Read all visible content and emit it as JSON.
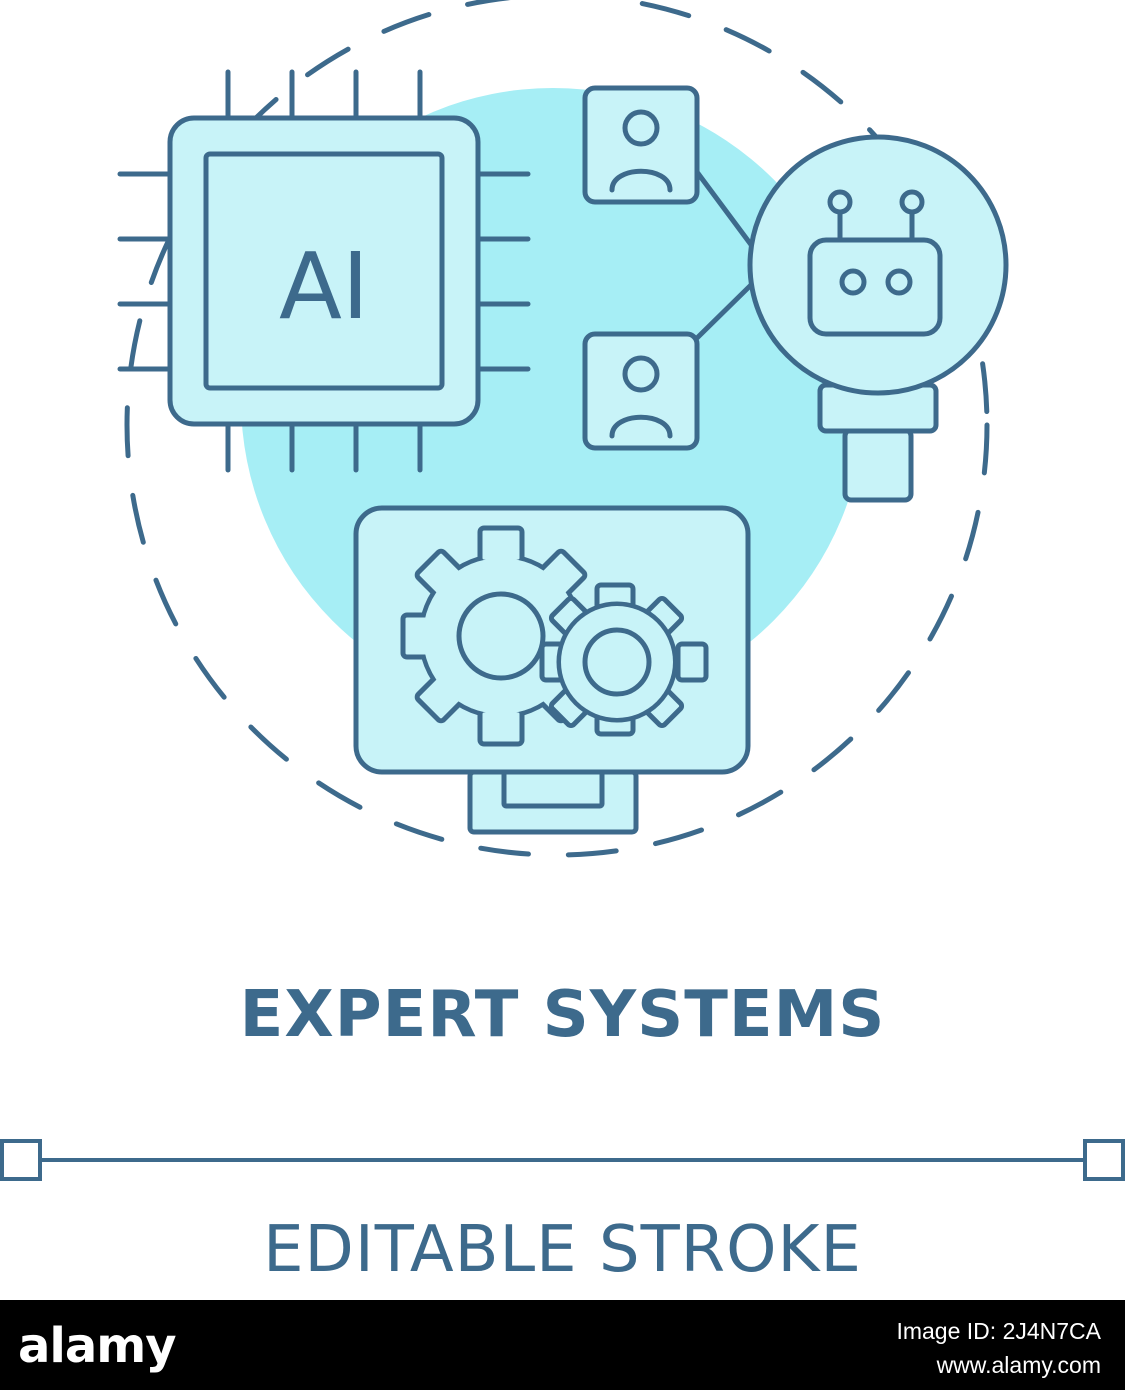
{
  "title": "EXPERT SYSTEMS",
  "subtitle": "EDITABLE STROKE",
  "chip_label": "AI",
  "footer": {
    "brand": "alamy",
    "image_id": "Image ID: 2J4N7CA",
    "url": "www.alamy.com"
  },
  "colors": {
    "stroke": "#3d6a8c",
    "fill": "#c8f3f8",
    "accent_circle": "#a6eef5",
    "footer_bg": "#000000"
  }
}
